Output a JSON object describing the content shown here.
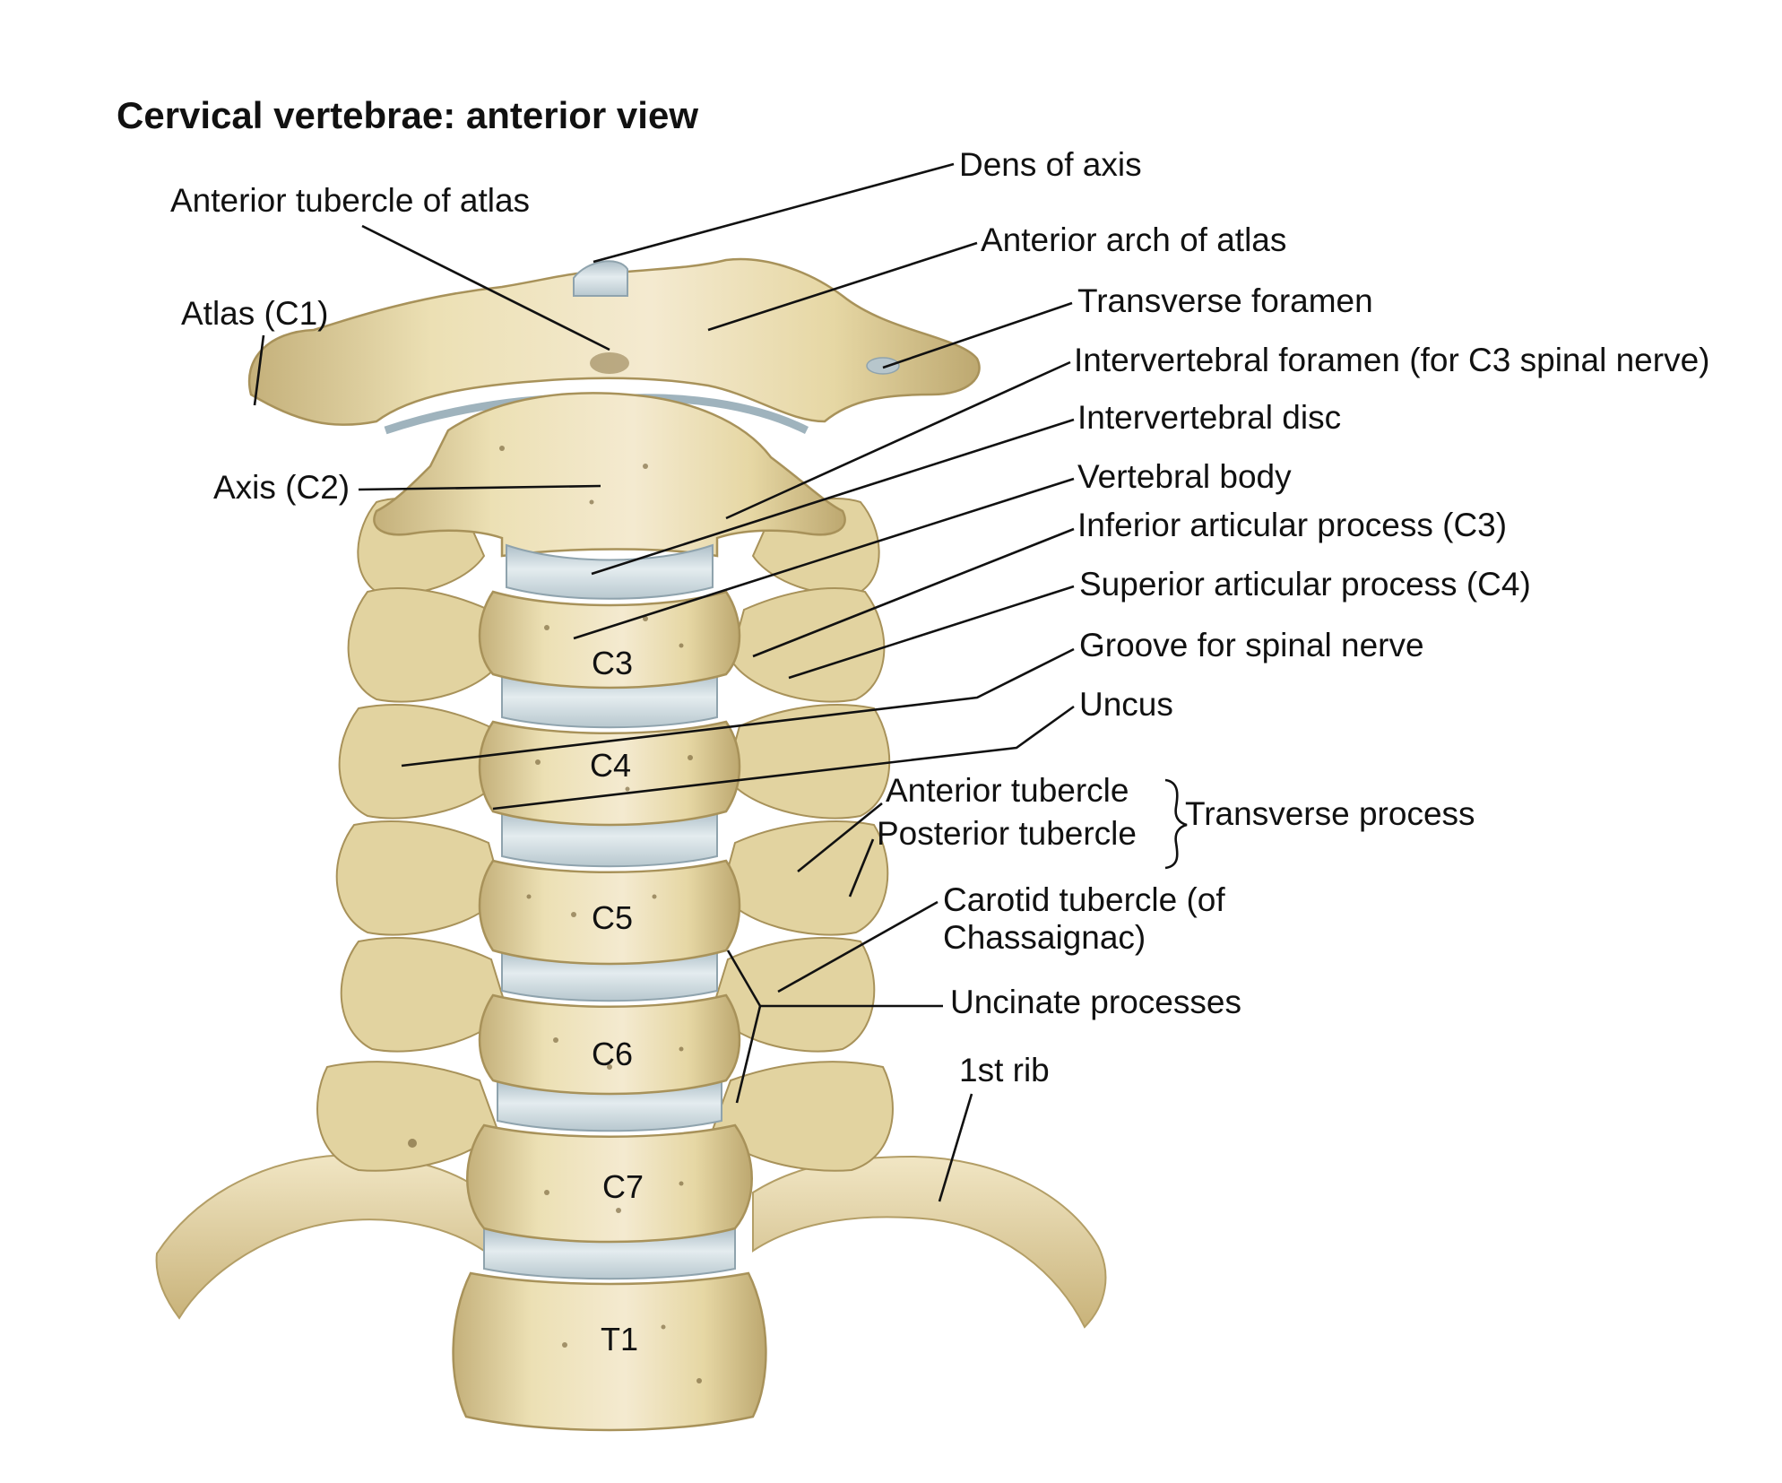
{
  "title": "Cervical vertebrae: anterior view",
  "labels": {
    "dens_of_axis": "Dens of axis",
    "anterior_tubercle_of_atlas": "Anterior tubercle of atlas",
    "anterior_arch_of_atlas": "Anterior arch of atlas",
    "atlas_c1": "Atlas (C1)",
    "transverse_foramen": "Transverse foramen",
    "intervertebral_foramen": "Intervertebral foramen (for C3 spinal nerve)",
    "intervertebral_disc": "Intervertebral disc",
    "axis_c2": "Axis (C2)",
    "vertebral_body": "Vertebral body",
    "inferior_articular_process": "Inferior articular process (C3)",
    "superior_articular_process": "Superior articular process (C4)",
    "groove_for_spinal_nerve": "Groove for spinal nerve",
    "uncus": "Uncus",
    "anterior_tubercle": "Anterior tubercle",
    "posterior_tubercle": "Posterior tubercle",
    "transverse_process": "Transverse process",
    "carotid_tubercle_line1": "Carotid tubercle (of",
    "carotid_tubercle_line2": "Chassaignac)",
    "uncinate_processes": "Uncinate processes",
    "first_rib": "1st rib"
  },
  "vertebra_labels": [
    "C3",
    "C4",
    "C5",
    "C6",
    "C7",
    "T1"
  ],
  "colors": {
    "bone": "#ece0b4",
    "bone_shadow": "#c9b783",
    "bone_dark": "#a8925a",
    "disc": "#c9d6dc",
    "disc_light": "#e4ecef",
    "leader": "#111111",
    "text": "#111111"
  }
}
